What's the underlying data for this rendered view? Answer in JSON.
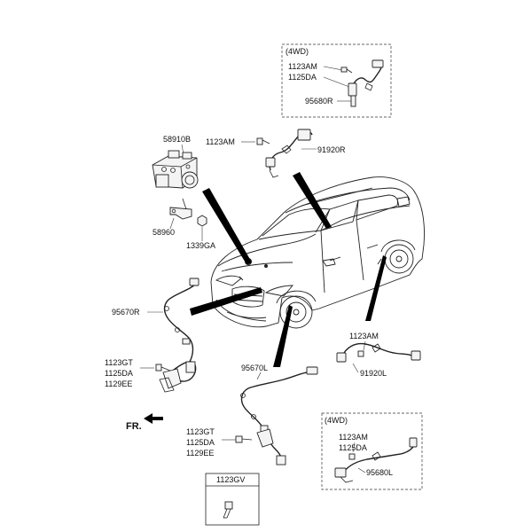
{
  "labels": {
    "box_4wd_top_title": "(4WD)",
    "top_1123am": "1123AM",
    "top_1125da": "1125DA",
    "top_95680r": "95680R",
    "l_58910b": "58910B",
    "l_1123am_mid": "1123AM",
    "l_91920r": "91920R",
    "l_58960": "58960",
    "l_1339ga": "1339GA",
    "l_95670r": "95670R",
    "l_1123gt_a": "1123GT",
    "l_1125da_a": "1125DA",
    "l_1129ee_a": "1129EE",
    "l_95670l": "95670L",
    "l_1123am_r": "1123AM",
    "l_91920l": "91920L",
    "fr": "FR.",
    "l_1123gt_b": "1123GT",
    "l_1125da_b": "1125DA",
    "l_1129ee_b": "1129EE",
    "box_4wd_bot_title": "(4WD)",
    "bot_1123am": "1123AM",
    "bot_1125da": "1125DA",
    "bot_95680l": "95680L",
    "l_1123gv": "1123GV"
  }
}
